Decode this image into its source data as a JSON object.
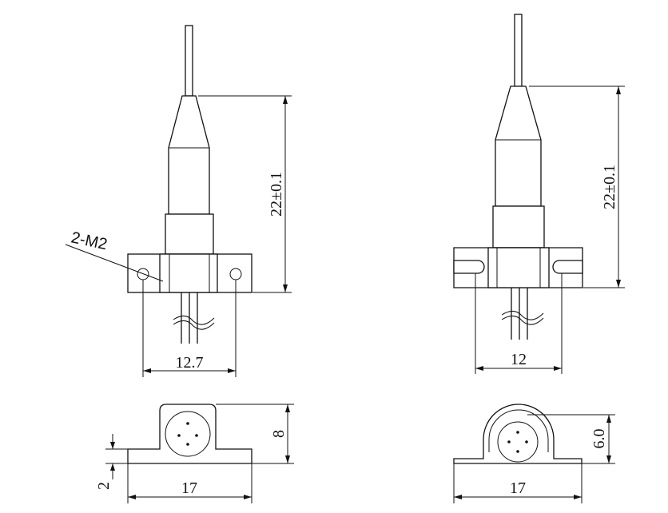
{
  "drawing": {
    "front_left": {
      "height_dim": "22±0.1",
      "width_dim": "12.7",
      "callout": "2-M2"
    },
    "front_right": {
      "height_dim": "22±0.1",
      "width_dim": "12"
    },
    "bottom_left": {
      "height_dim": "8",
      "width_dim": "17",
      "thickness_dim": "2"
    },
    "bottom_right": {
      "height_dim": "6.0",
      "width_dim": "17"
    }
  }
}
